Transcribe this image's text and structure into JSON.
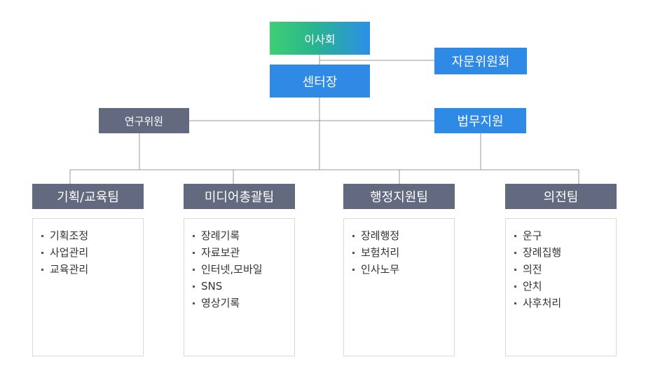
{
  "top": {
    "board": "이사회",
    "advisory": "자문위원회",
    "director": "센터장",
    "research": "연구위원",
    "legal": "법무지원"
  },
  "teams": [
    {
      "title": "기획/교육팀",
      "items": [
        "기획조정",
        "사업관리",
        "교육관리"
      ]
    },
    {
      "title": "미디어총괄팀",
      "items": [
        "장례기록",
        "자료보관",
        "인터넷,모바일",
        "SNS",
        "영상기록"
      ]
    },
    {
      "title": "행정지원팀",
      "items": [
        "장례행정",
        "보험처리",
        "인사노무"
      ]
    },
    {
      "title": "의전팀",
      "items": [
        "운구",
        "장례집행",
        "의전",
        "안치",
        "사후처리"
      ]
    }
  ],
  "colors": {
    "blue": "#2f8ae6",
    "gray": "#636a80",
    "green": "#3ecf74",
    "line": "#9a9a9a"
  }
}
